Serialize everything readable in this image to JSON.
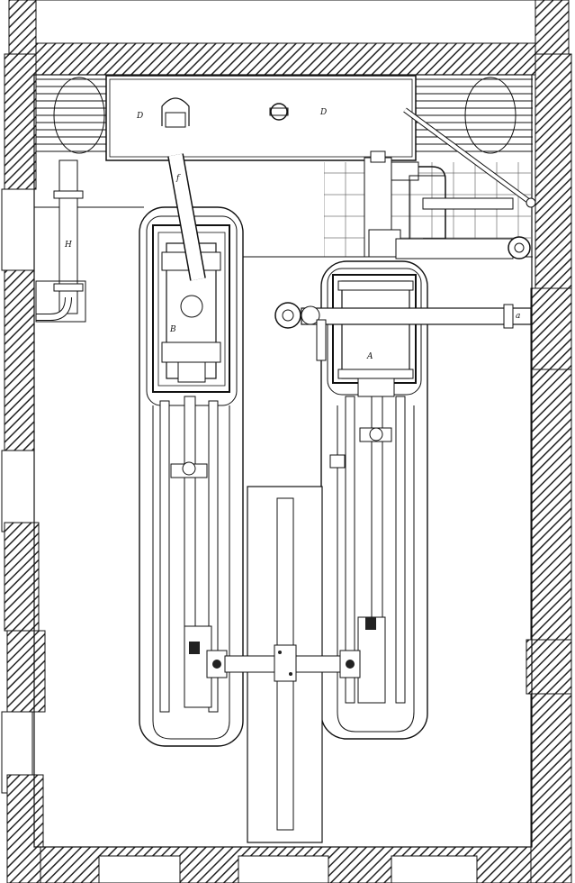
{
  "diagram": {
    "labels": {
      "D_left": "D",
      "D_right": "D",
      "H": "H",
      "B": "B",
      "A": "A",
      "a": "a",
      "f": "f"
    },
    "colors": {
      "ink": "#111111",
      "paper": "#ffffff"
    }
  }
}
